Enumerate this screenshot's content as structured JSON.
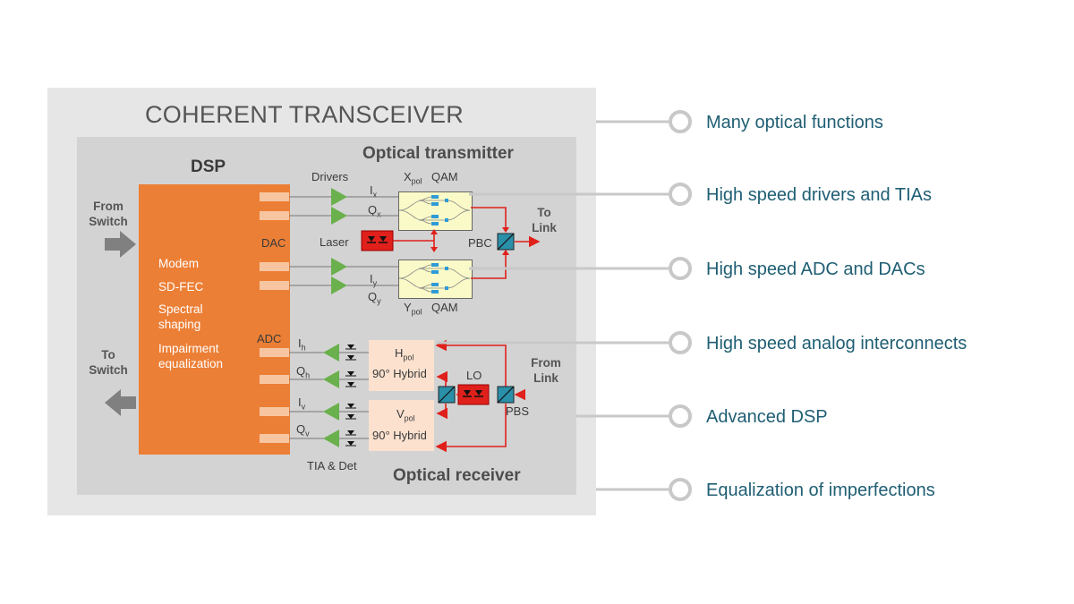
{
  "title": "COHERENT TRANSCEIVER",
  "dsp": {
    "title": "DSP",
    "functions": [
      "Modem",
      "SD-FEC",
      "Spectral",
      "shaping",
      "Impairment",
      "equalization"
    ],
    "dac_label": "DAC",
    "adc_label": "ADC"
  },
  "external": {
    "from_switch": [
      "From",
      "Switch"
    ],
    "to_switch": [
      "To",
      "Switch"
    ],
    "to_link": [
      "To",
      "Link"
    ],
    "from_link": [
      "From",
      "Link"
    ]
  },
  "transmitter": {
    "title": "Optical transmitter",
    "drivers_label": "Drivers",
    "laser_label": "Laser",
    "pbc_label": "PBC",
    "xpol_main": "X",
    "xpol_sub": "pol",
    "ypol_main": "Y",
    "ypol_sub": "pol",
    "qam_label": "QAM",
    "signals": [
      {
        "main": "I",
        "sub": "x"
      },
      {
        "main": "Q",
        "sub": "x"
      },
      {
        "main": "I",
        "sub": "y"
      },
      {
        "main": "Q",
        "sub": "y"
      }
    ]
  },
  "receiver": {
    "title": "Optical receiver",
    "hpol_main": "H",
    "hpol_sub": "pol",
    "vpol_main": "V",
    "vpol_sub": "pol",
    "hybrid_label": "90° Hybrid",
    "lo_label": "LO",
    "pbs_label": "PBS",
    "tia_label": "TIA  & Det",
    "signals": [
      {
        "main": "I",
        "sub": "h"
      },
      {
        "main": "Q",
        "sub": "h"
      },
      {
        "main": "I",
        "sub": "v"
      },
      {
        "main": "Q",
        "sub": "v"
      }
    ]
  },
  "features": [
    "Many optical functions",
    "High speed drivers and TIAs",
    "High speed ADC and DACs",
    "High speed analog interconnects",
    "Advanced DSP",
    "Equalization of imperfections"
  ],
  "colors": {
    "dsp": "#ec7f36",
    "amplifier": "#6ab04c",
    "laser": "#e0201b",
    "optical_path": "#e0201b",
    "feature_text": "#1f5e73",
    "splitter": "#2a8fa8"
  }
}
